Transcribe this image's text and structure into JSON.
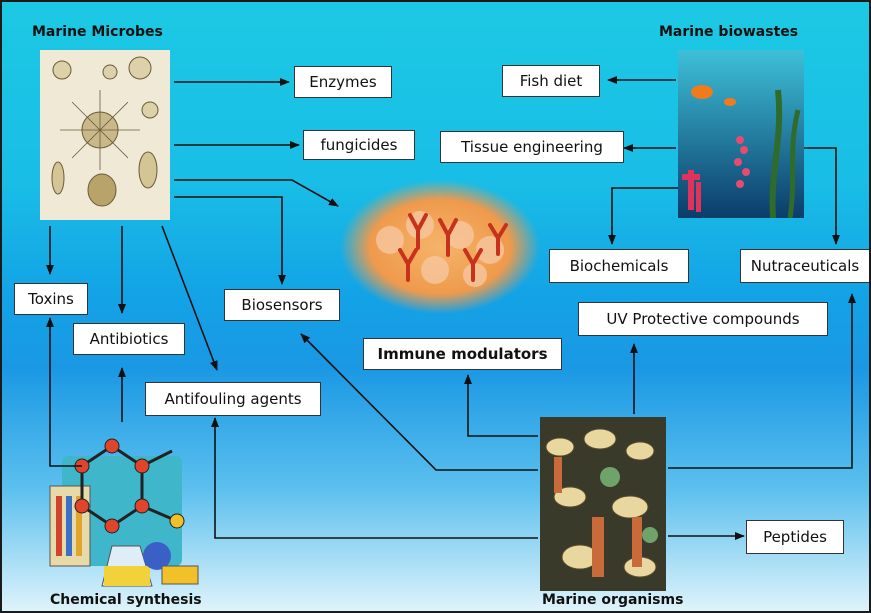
{
  "titles": {
    "microbes": "Marine Microbes",
    "biowastes": "Marine biowastes",
    "chemical": "Chemical synthesis",
    "organisms": "Marine organisms"
  },
  "products": {
    "enzymes": "Enzymes",
    "fungicides": "fungicides",
    "fish_diet": "Fish diet",
    "tissue_engineering": "Tissue engineering",
    "biochemicals": "Biochemicals",
    "nutraceuticals": "Nutraceuticals",
    "toxins": "Toxins",
    "antibiotics": "Antibiotics",
    "biosensors": "Biosensors",
    "uv_protective": "UV Protective compounds",
    "immune_modulators": "Immune modulators",
    "antifouling": "Antifouling agents",
    "peptides": "Peptides"
  }
}
